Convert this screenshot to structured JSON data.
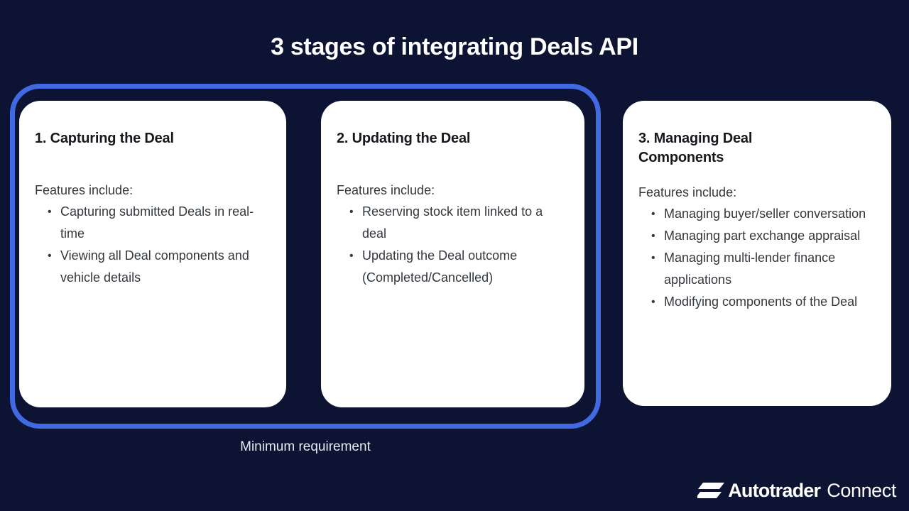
{
  "slide": {
    "title": "3 stages of integrating Deals API",
    "background_color": "#0d1333",
    "accent_color": "#4169e1"
  },
  "highlight": {
    "caption": "Minimum requirement"
  },
  "cards": [
    {
      "heading": "1. Capturing the Deal",
      "heading_line2": "",
      "features_label": "Features include:",
      "features": [
        "Capturing submitted Deals in real-time",
        "Viewing all Deal components and vehicle details"
      ]
    },
    {
      "heading": "2. Updating the Deal",
      "heading_line2": "",
      "features_label": "Features include:",
      "features": [
        "Reserving stock item linked to a deal",
        "Updating the Deal outcome (Completed/Cancelled)"
      ]
    },
    {
      "heading": "3. Managing Deal",
      "heading_line2": "Components",
      "features_label": "Features include:",
      "features": [
        "Managing buyer/seller conversation",
        "Managing part exchange appraisal",
        "Managing multi-lender finance applications",
        "Modifying components of the Deal"
      ]
    }
  ],
  "logo": {
    "mark": "autotrader-chevron-stripes-icon",
    "brand": "Autotrader",
    "product": "Connect"
  }
}
